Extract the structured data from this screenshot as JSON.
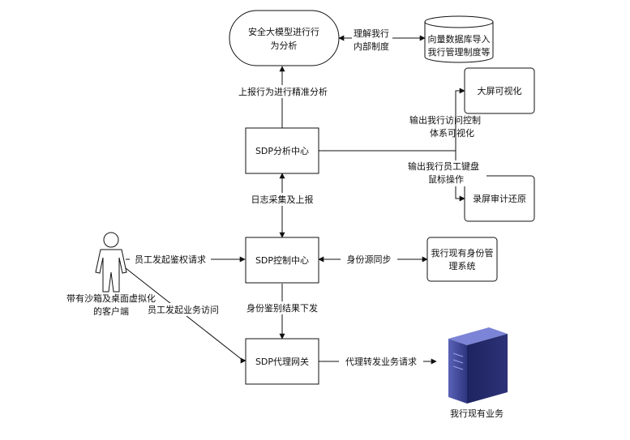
{
  "nodes": {
    "llm": [
      "安全大模型进行行",
      "为分析"
    ],
    "vectordb": [
      "向量数据库导入",
      "我行管理制度等"
    ],
    "bigscreen": "大屏可视化",
    "analysis": "SDP分析中心",
    "recording": "录屏审计还原",
    "control": "SDP控制中心",
    "identity": [
      "我行现有身份管",
      "理系统"
    ],
    "gateway": "SDP代理网关",
    "client": [
      "带有沙箱及桌面虚拟化",
      "的客户端"
    ],
    "business": "我行现有业务"
  },
  "edges": {
    "understand": [
      "理解我行",
      "内部制度"
    ],
    "report": "上报行为进行精准分析",
    "output_access": [
      "输出我行访问控制",
      "体系可视化"
    ],
    "output_keyboard": [
      "输出我行员工键盘",
      "鼠标操作"
    ],
    "log": "日志采集及上报",
    "auth_request": "员工发起鉴权请求",
    "identity_sync": "身份源同步",
    "auth_result": "身份鉴别结果下发",
    "business_access": "员工发起业务访问",
    "proxy_forward": "代理转发业务请求"
  }
}
